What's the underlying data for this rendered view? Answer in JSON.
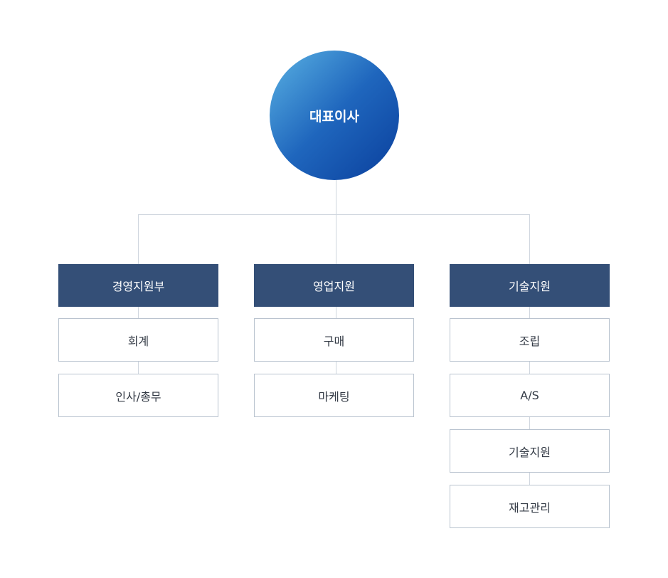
{
  "chart": {
    "ceo": "대표이사",
    "departments": [
      {
        "name": "경영지원부",
        "teams": [
          "회계",
          "인사/총무"
        ]
      },
      {
        "name": "영업지원",
        "teams": [
          "구매",
          "마케팅"
        ]
      },
      {
        "name": "기술지원",
        "teams": [
          "조립",
          "A/S",
          "기술지원",
          "재고관리"
        ]
      }
    ]
  },
  "colors": {
    "ceo_gradient_light": "#5ab2e3",
    "ceo_gradient_dark": "#0a3f9c",
    "department_bg": "#344f77",
    "team_border": "#b9c3cf",
    "connector_line": "#cfd6de"
  }
}
